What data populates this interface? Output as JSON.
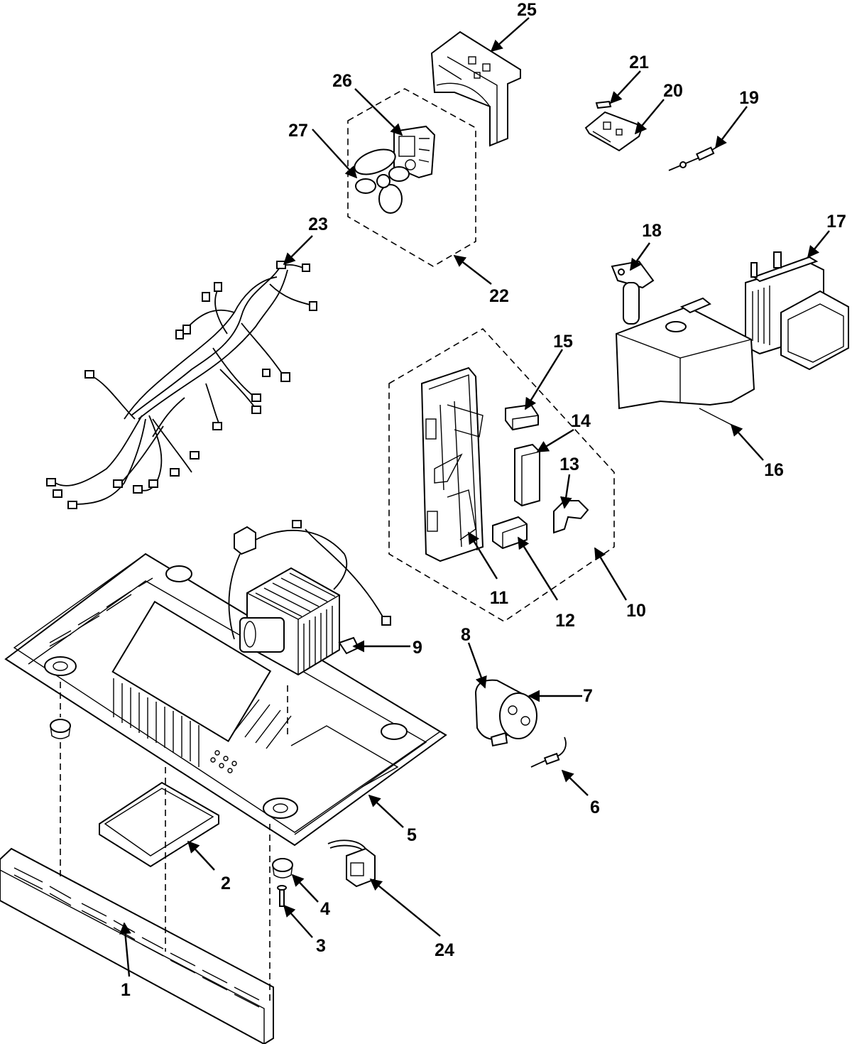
{
  "diagram": {
    "labels": [
      {
        "id": "1",
        "text": "1"
      },
      {
        "id": "2",
        "text": "2"
      },
      {
        "id": "3",
        "text": "3"
      },
      {
        "id": "4",
        "text": "4"
      },
      {
        "id": "5",
        "text": "5"
      },
      {
        "id": "6",
        "text": "6"
      },
      {
        "id": "7",
        "text": "7"
      },
      {
        "id": "8",
        "text": "8"
      },
      {
        "id": "9",
        "text": "9"
      },
      {
        "id": "10",
        "text": "10"
      },
      {
        "id": "11",
        "text": "11"
      },
      {
        "id": "12",
        "text": "12"
      },
      {
        "id": "13",
        "text": "13"
      },
      {
        "id": "14",
        "text": "14"
      },
      {
        "id": "15",
        "text": "15"
      },
      {
        "id": "16",
        "text": "16"
      },
      {
        "id": "17",
        "text": "17"
      },
      {
        "id": "18",
        "text": "18"
      },
      {
        "id": "19",
        "text": "19"
      },
      {
        "id": "20",
        "text": "20"
      },
      {
        "id": "21",
        "text": "21"
      },
      {
        "id": "22",
        "text": "22"
      },
      {
        "id": "23",
        "text": "23"
      },
      {
        "id": "24",
        "text": "24"
      },
      {
        "id": "25",
        "text": "25"
      },
      {
        "id": "26",
        "text": "26"
      },
      {
        "id": "27",
        "text": "27"
      }
    ],
    "colors": {
      "ink": "#000000",
      "paper": "#ffffff"
    }
  }
}
